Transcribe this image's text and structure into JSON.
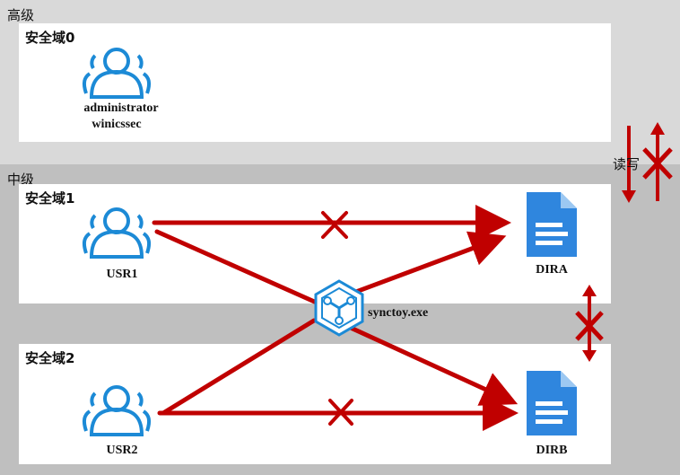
{
  "levels": {
    "high": "高级",
    "mid": "中级"
  },
  "domains": {
    "d0": {
      "label": "安全域0",
      "users": [
        "administrator",
        "winicssec"
      ]
    },
    "d1": {
      "label": "安全域1",
      "user": "USR1",
      "file": "DIRA"
    },
    "d2": {
      "label": "安全域2",
      "user": "USR2",
      "file": "DIRB"
    }
  },
  "process": {
    "label": "synctoy.exe"
  },
  "legend": {
    "read_write": "读写"
  },
  "colors": {
    "arrow": "#c00000",
    "icon": "#1c8ad6",
    "file_fill": "#3d8ee0",
    "high_level_bg": "#d9d9d9",
    "mid_level_bg": "#bfbfbf",
    "domain_bg": "#ffffff"
  },
  "icons": [
    "users-icon",
    "document-icon",
    "cube-node-icon",
    "cross-icon"
  ]
}
